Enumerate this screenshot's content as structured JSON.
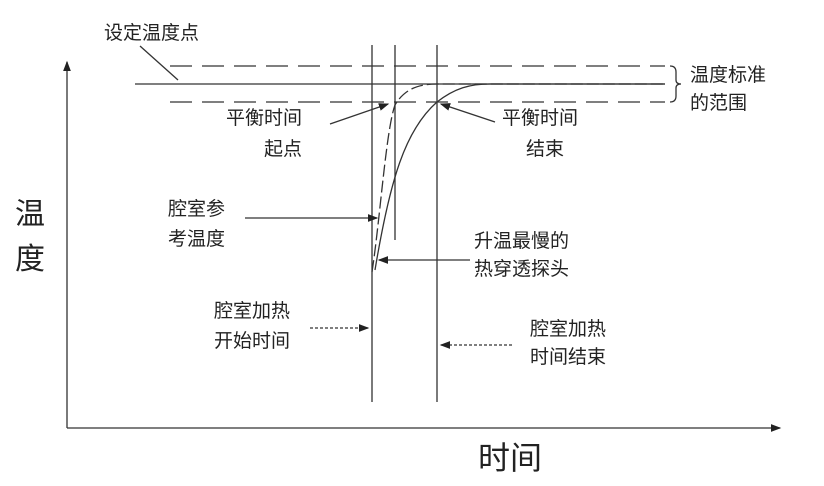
{
  "axes": {
    "y_label_1": "温",
    "y_label_2": "度",
    "x_label": "时间"
  },
  "labels": {
    "setpoint": "设定温度点",
    "range_1": "温度标准",
    "range_2": "的范围",
    "eq_start_1": "平衡时间",
    "eq_start_2": "起点",
    "eq_end_1": "平衡时间",
    "eq_end_2": "结束",
    "ref_1": "腔室参",
    "ref_2": "考温度",
    "probe_1": "升温最慢的",
    "probe_2": "热穿透探头",
    "heat_start_1": "腔室加热",
    "heat_start_2": "开始时间",
    "heat_end_1": "腔室加热",
    "heat_end_2": "时间结束"
  }
}
